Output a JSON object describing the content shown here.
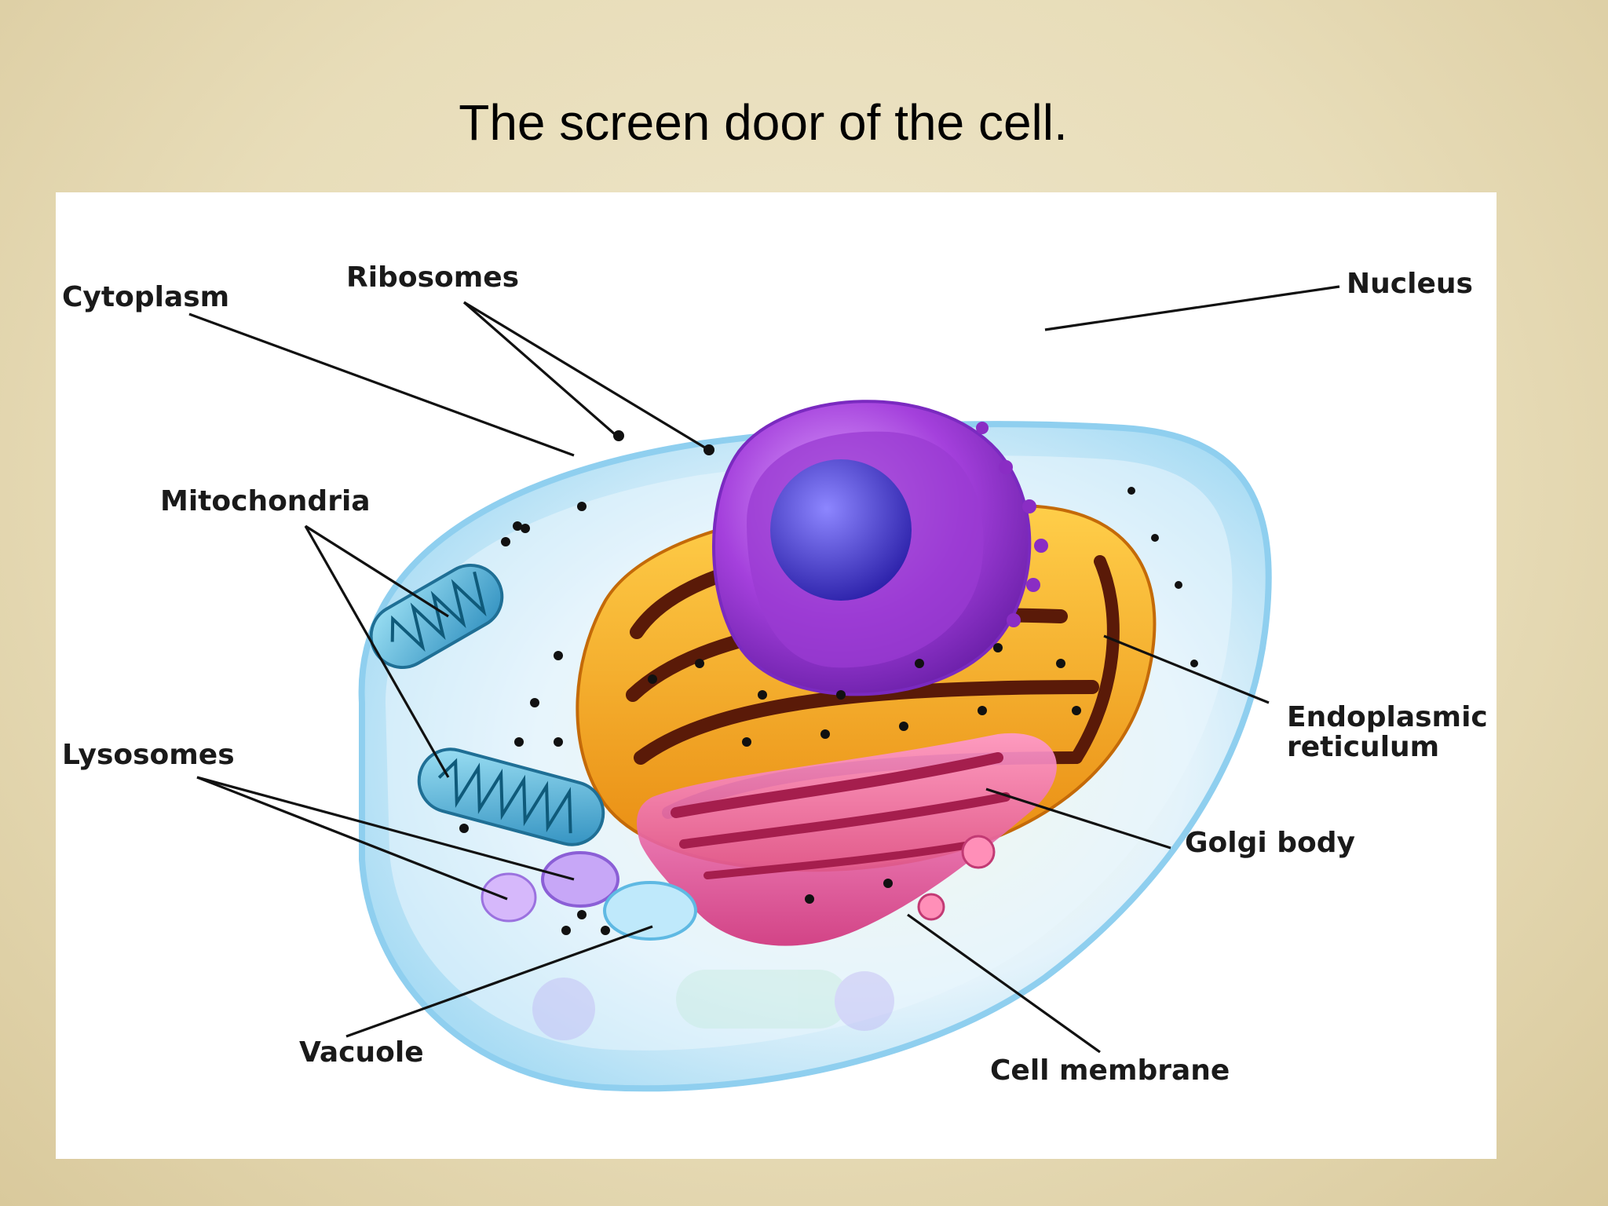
{
  "slide": {
    "title": "The screen door of the cell."
  },
  "diagram": {
    "labels": {
      "cytoplasm": "Cytoplasm",
      "ribosomes": "Ribosomes",
      "nucleus": "Nucleus",
      "mitochondria": "Mitochondria",
      "lysosomes": "Lysosomes",
      "endoplasmic_line1": "Endoplasmic",
      "endoplasmic_line2": "reticulum",
      "golgi": "Golgi body",
      "vacuole": "Vacuole",
      "cell_membrane": "Cell membrane"
    },
    "colors": {
      "membrane": "#9fd4f0",
      "cytoplasm": "#dff1fb",
      "nucleus": "#b04ce0",
      "nucleolus": "#4b3fd6",
      "er": "#f0a21a",
      "golgi": "#e8508a",
      "mitochondria": "#3aa6c9"
    }
  }
}
